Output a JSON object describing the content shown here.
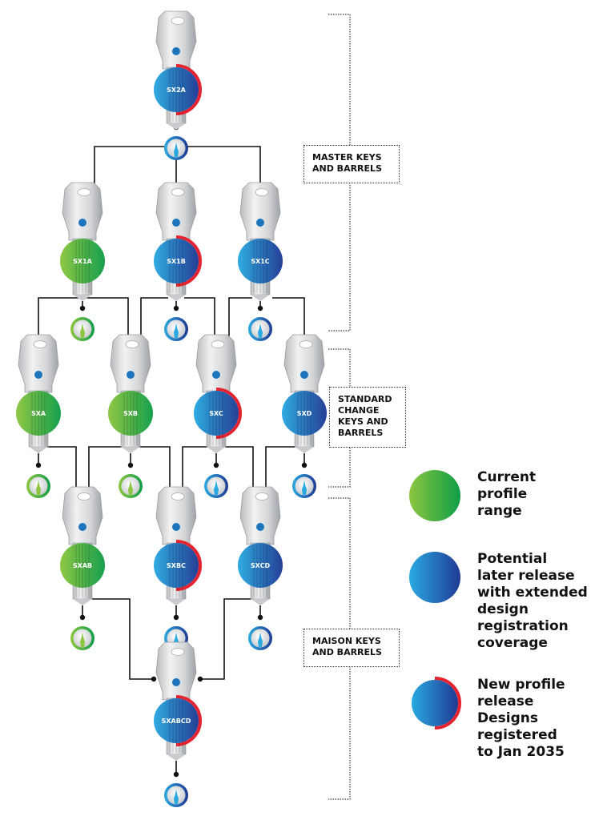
{
  "colors": {
    "green_start": "#8cc63f",
    "green_end": "#0f9d48",
    "blue_start": "#29a9e1",
    "blue_end": "#1f3a93",
    "red_arc": "#e52330",
    "connector": "#111111",
    "bracket": "#555555"
  },
  "sections": [
    {
      "id": "master",
      "label": "MASTER KEYS\nAND BARRELS"
    },
    {
      "id": "standard",
      "label": "STANDARD\nCHANGE\nKEYS AND\nBARRELS"
    },
    {
      "id": "maison",
      "label": "MAISON KEYS\nAND BARRELS"
    }
  ],
  "keys": [
    {
      "id": "SX2A",
      "label": "SX2A",
      "type": "new"
    },
    {
      "id": "SX1A",
      "label": "SX1A",
      "type": "current"
    },
    {
      "id": "SX1B",
      "label": "SX1B",
      "type": "new"
    },
    {
      "id": "SX1C",
      "label": "SX1C",
      "type": "potential"
    },
    {
      "id": "SXA",
      "label": "SXA",
      "type": "current"
    },
    {
      "id": "SXB",
      "label": "SXB",
      "type": "current"
    },
    {
      "id": "SXC",
      "label": "SXC",
      "type": "new"
    },
    {
      "id": "SXD",
      "label": "SXD",
      "type": "potential"
    },
    {
      "id": "SXAB",
      "label": "SXAB",
      "type": "current"
    },
    {
      "id": "SXBC",
      "label": "SXBC",
      "type": "new"
    },
    {
      "id": "SXCD",
      "label": "SXCD",
      "type": "potential"
    },
    {
      "id": "SXABCD",
      "label": "SXABCD",
      "type": "new"
    }
  ],
  "legend": [
    {
      "type": "current",
      "text": "Current\nprofile\nrange"
    },
    {
      "type": "potential",
      "text": "Potential\nlater release\nwith extended\ndesign\nregistration\ncoverage"
    },
    {
      "type": "new",
      "text": "New profile\nrelease\nDesigns\nregistered\nto Jan 2035"
    }
  ]
}
